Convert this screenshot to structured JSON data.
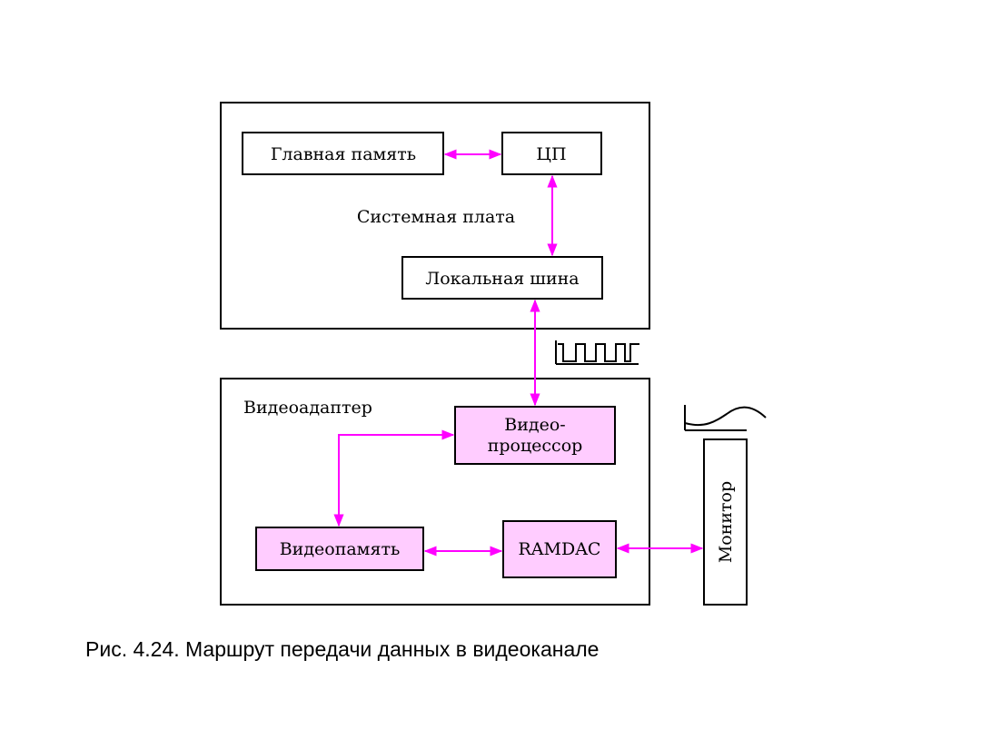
{
  "diagram": {
    "system_board": {
      "label": "Системная плата"
    },
    "main_memory": {
      "label": "Главная память"
    },
    "cpu": {
      "label": "ЦП"
    },
    "local_bus": {
      "label": "Локальная шина"
    },
    "video_adapter": {
      "label": "Видеоадаптер"
    },
    "video_processor": {
      "line1": "Видео-",
      "line2": "процессор"
    },
    "video_memory": {
      "label": "Видеопамять"
    },
    "ramdac": {
      "label": "RAMDAC"
    },
    "monitor": {
      "label": "Монитор"
    },
    "signal_icons": [
      "digital-pulse-train-icon",
      "analog-wave-icon"
    ],
    "colors": {
      "link": "#ff00ff",
      "highlight_box": "#ffccff",
      "outline": "#000000"
    }
  },
  "caption": "Рис. 4.24. Маршрут передачи данных в видеоканале"
}
